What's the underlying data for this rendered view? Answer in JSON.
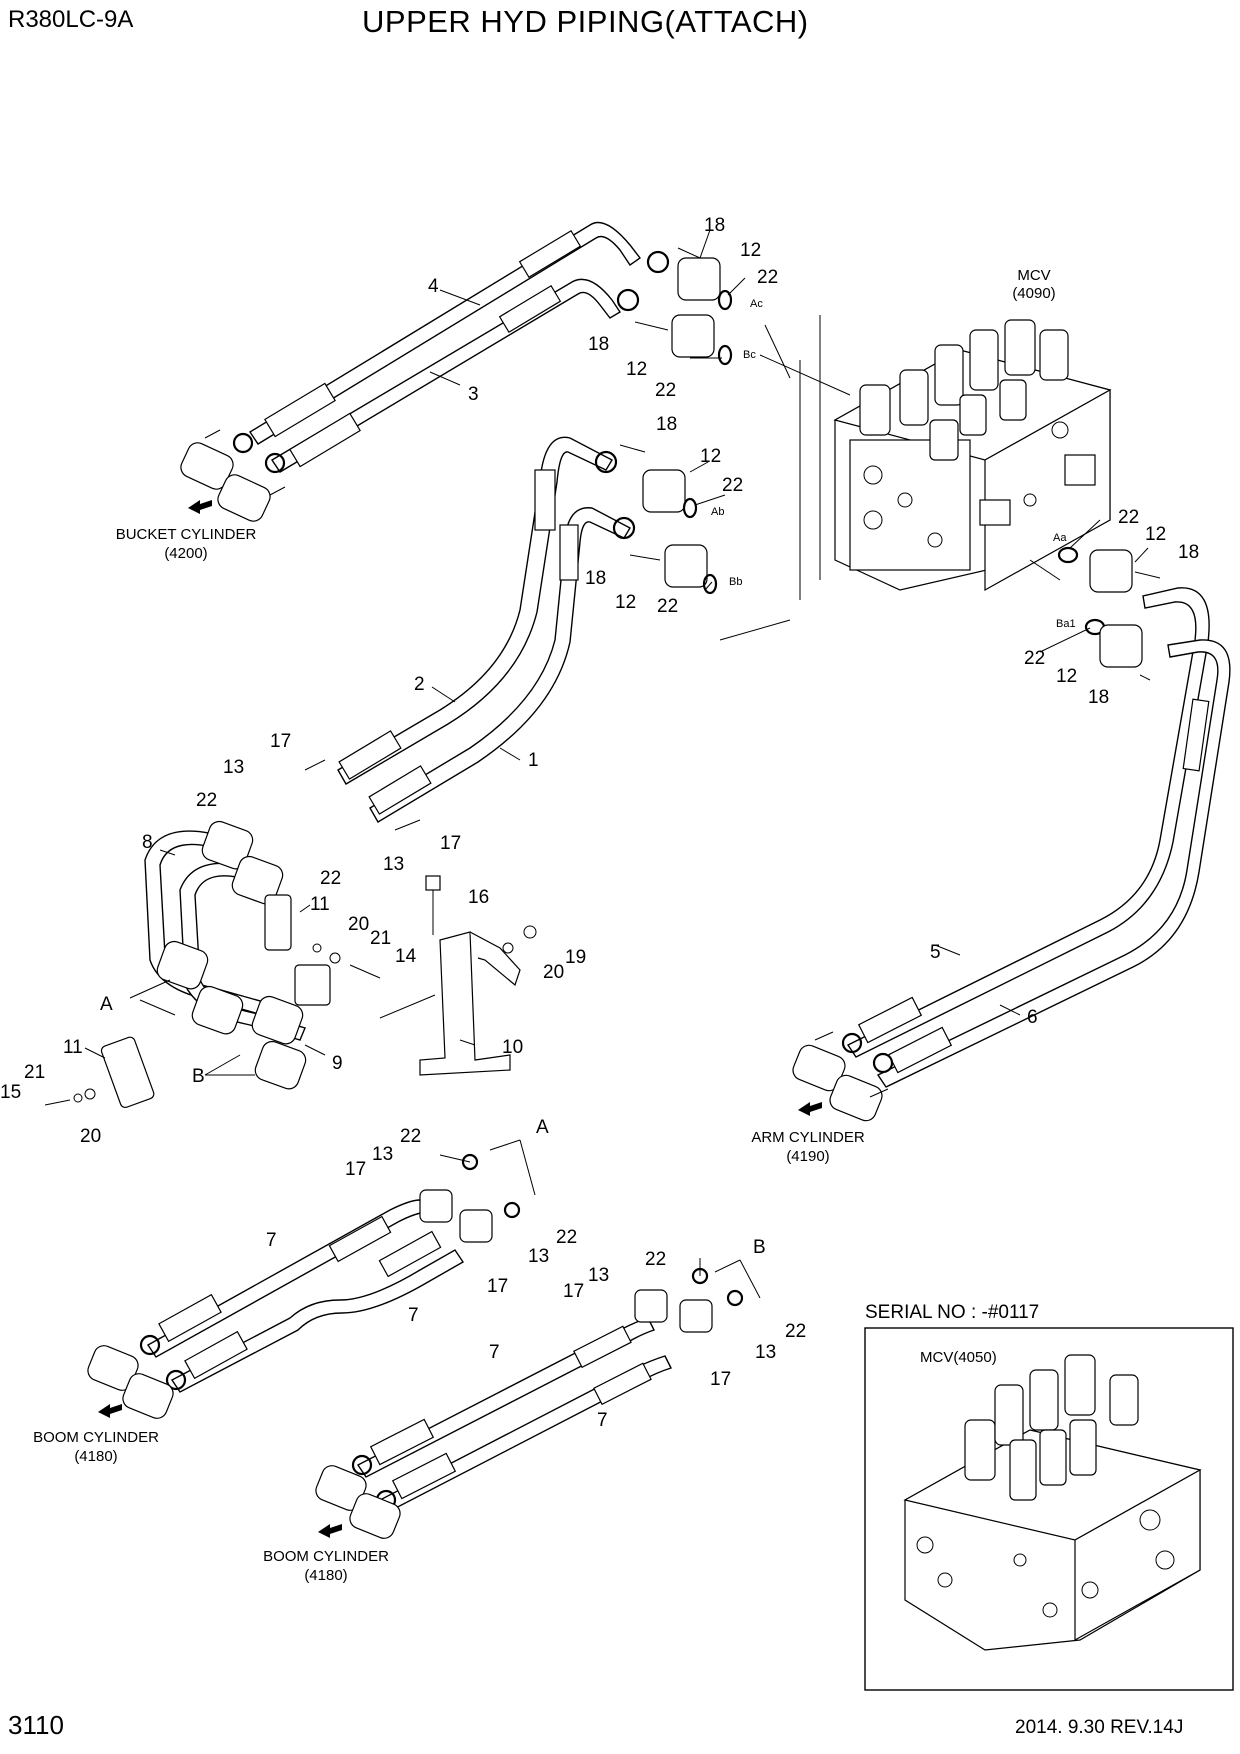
{
  "header": {
    "model": "R380LC-9A",
    "title": "UPPER HYD PIPING(ATTACH)"
  },
  "footer": {
    "page": "3110",
    "revision": "2014. 9.30  REV.14J"
  },
  "callouts": {
    "c1": "1",
    "c2": "2",
    "c3": "3",
    "c4": "4",
    "c5": "5",
    "c6": "6",
    "c7a": "7",
    "c7b": "7",
    "c7c": "7",
    "c7d": "7",
    "c8": "8",
    "c9": "9",
    "c10": "10",
    "c11a": "11",
    "c11b": "11",
    "c12a": "12",
    "c12b": "12",
    "c12c": "12",
    "c12d": "12",
    "c12e": "12",
    "c12f": "12",
    "c13a": "13",
    "c13b": "13",
    "c13c": "13",
    "c13d": "13",
    "c13e": "13",
    "c13f": "13",
    "c14": "14",
    "c15": "15",
    "c16": "16",
    "c17a": "17",
    "c17b": "17",
    "c17c": "17",
    "c17d": "17",
    "c17e": "17",
    "c17f": "17",
    "c18a": "18",
    "c18b": "18",
    "c18c": "18",
    "c18d": "18",
    "c18e": "18",
    "c18f": "18",
    "c19": "19",
    "c20a": "20",
    "c20b": "20",
    "c20c": "20",
    "c21a": "21",
    "c21b": "21",
    "c22a": "22",
    "c22b": "22",
    "c22c": "22",
    "c22d": "22",
    "c22e": "22",
    "c22f": "22",
    "c22g": "22",
    "c22h": "22",
    "c22i": "22",
    "c22j": "22",
    "c22k": "22",
    "c22l": "22",
    "cA1": "A",
    "cA2": "A",
    "cB1": "B",
    "cB2": "B"
  },
  "ports": {
    "ac": "Ac",
    "bc": "Bc",
    "ab": "Ab",
    "bb": "Bb",
    "aa": "Aa",
    "ba1": "Ba1"
  },
  "labels": {
    "mcv": "MCV",
    "mcv_ref": "(4090)",
    "bucket": "BUCKET CYLINDER",
    "bucket_ref": "(4200)",
    "arm": "ARM CYLINDER",
    "arm_ref": "(4190)",
    "boom1": "BOOM CYLINDER",
    "boom1_ref": "(4180)",
    "boom2": "BOOM CYLINDER",
    "boom2_ref": "(4180)"
  },
  "inset": {
    "serial": "SERIAL NO : -#0117",
    "mcv": "MCV(4050)"
  }
}
